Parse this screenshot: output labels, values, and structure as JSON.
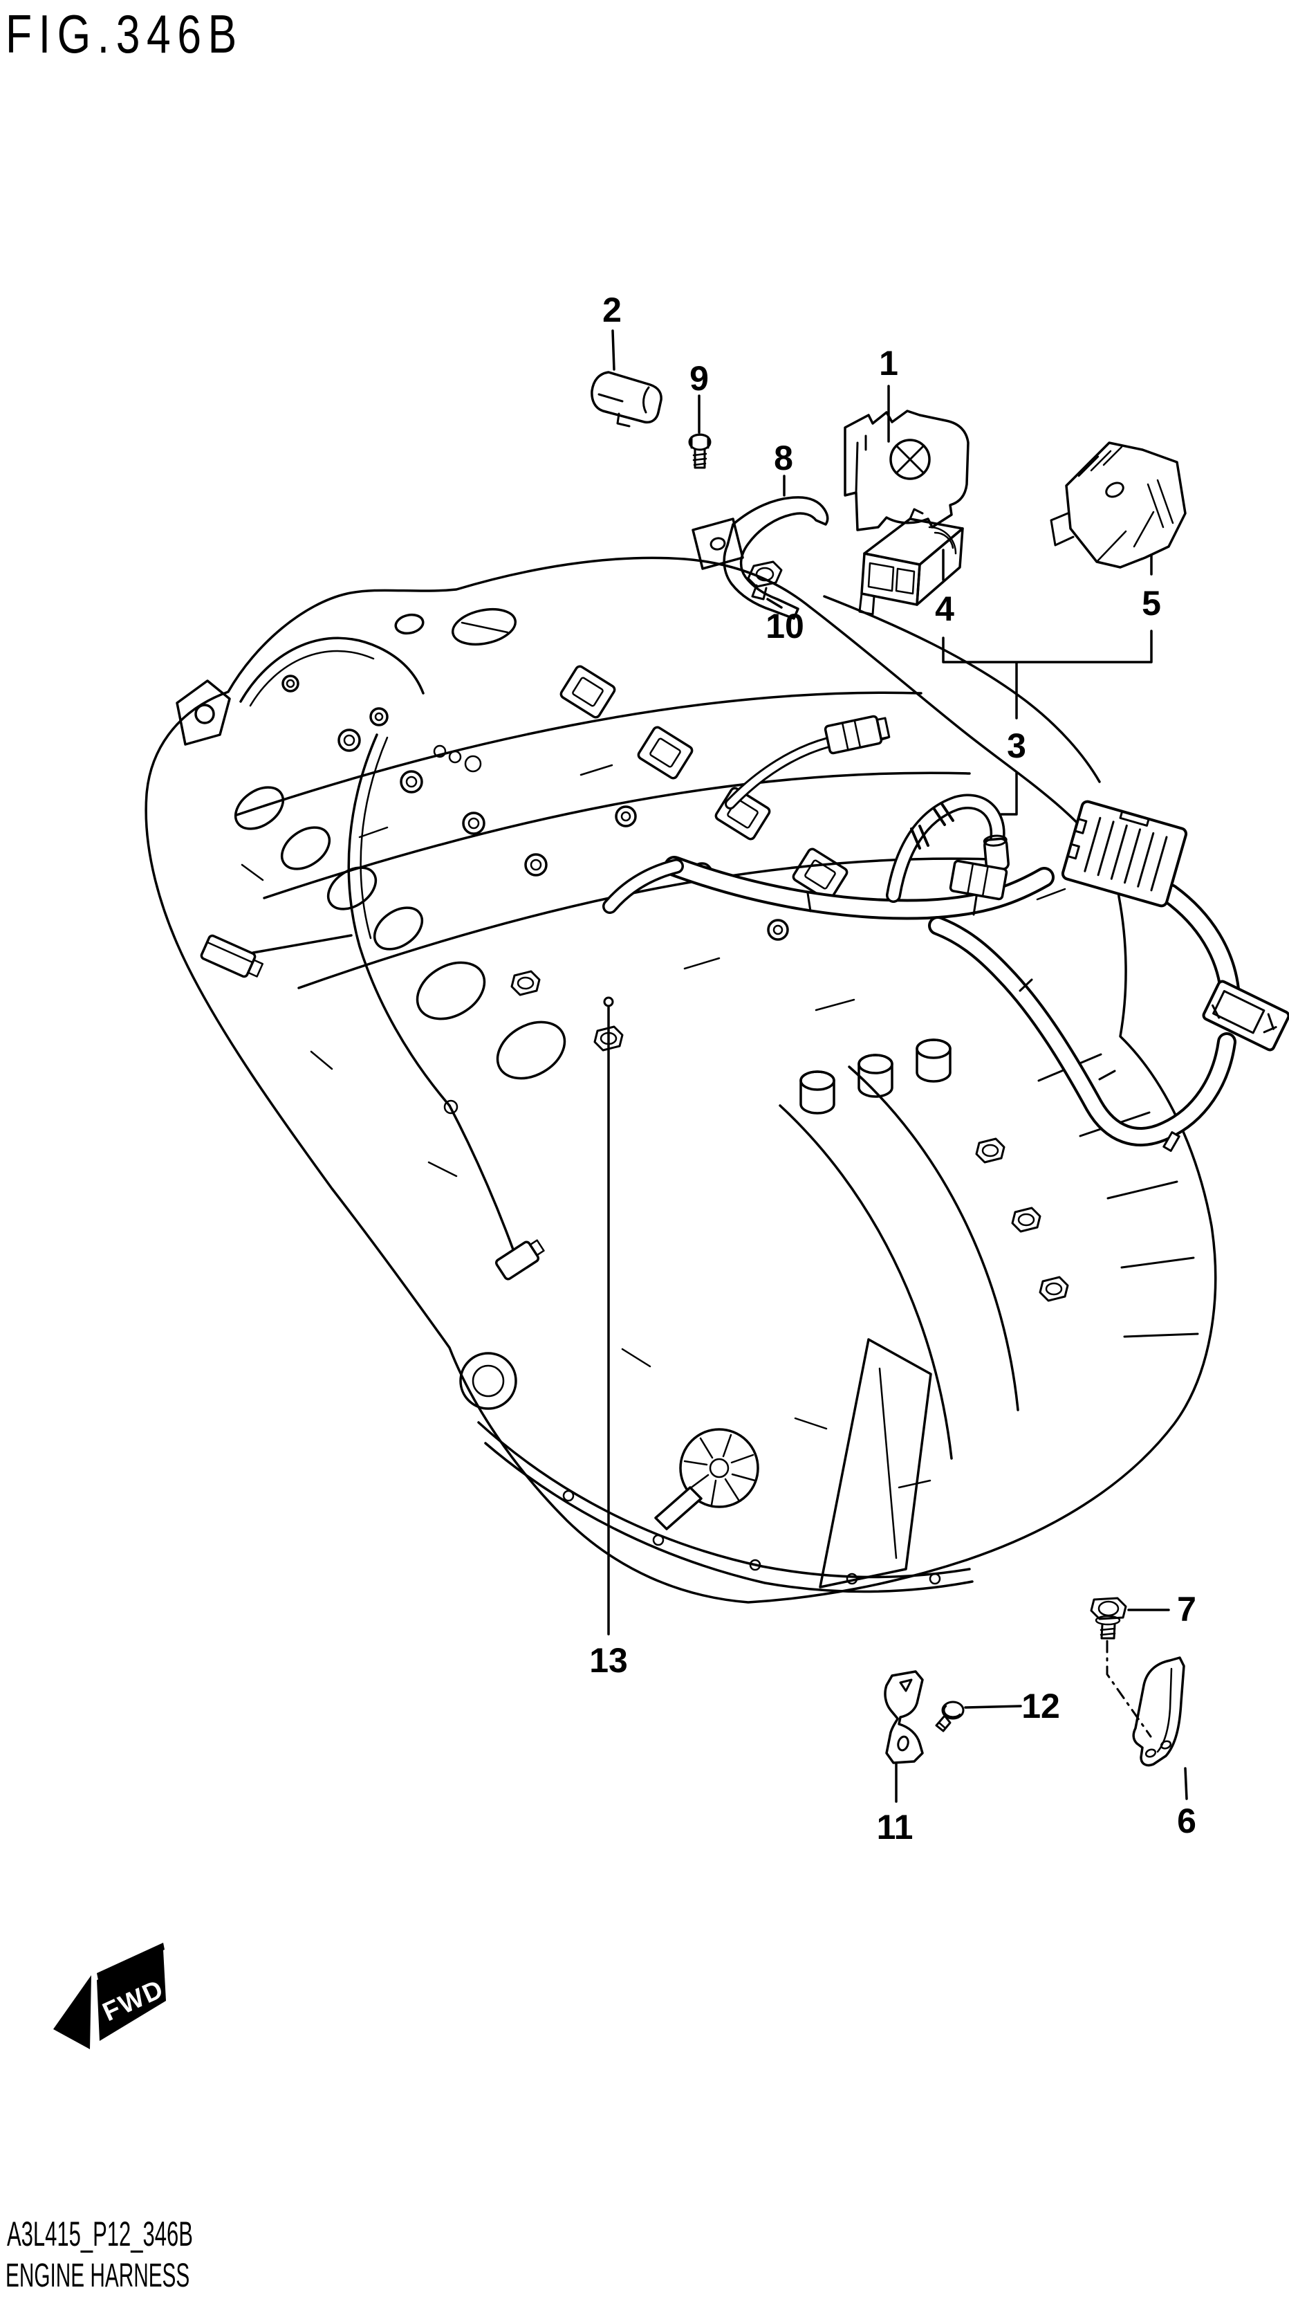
{
  "figure": {
    "title": "FIG.346B"
  },
  "fwd": {
    "label": "FWD"
  },
  "callouts": [
    {
      "label": "1"
    },
    {
      "label": "2"
    },
    {
      "label": "3"
    },
    {
      "label": "4"
    },
    {
      "label": "5"
    },
    {
      "label": "6"
    },
    {
      "label": "7"
    },
    {
      "label": "8"
    },
    {
      "label": "9"
    },
    {
      "label": "10"
    },
    {
      "label": "11"
    },
    {
      "label": "12"
    },
    {
      "label": "13"
    }
  ],
  "footer": {
    "code": "A3L415_P12_346B",
    "name": "ENGINE HARNESS"
  }
}
